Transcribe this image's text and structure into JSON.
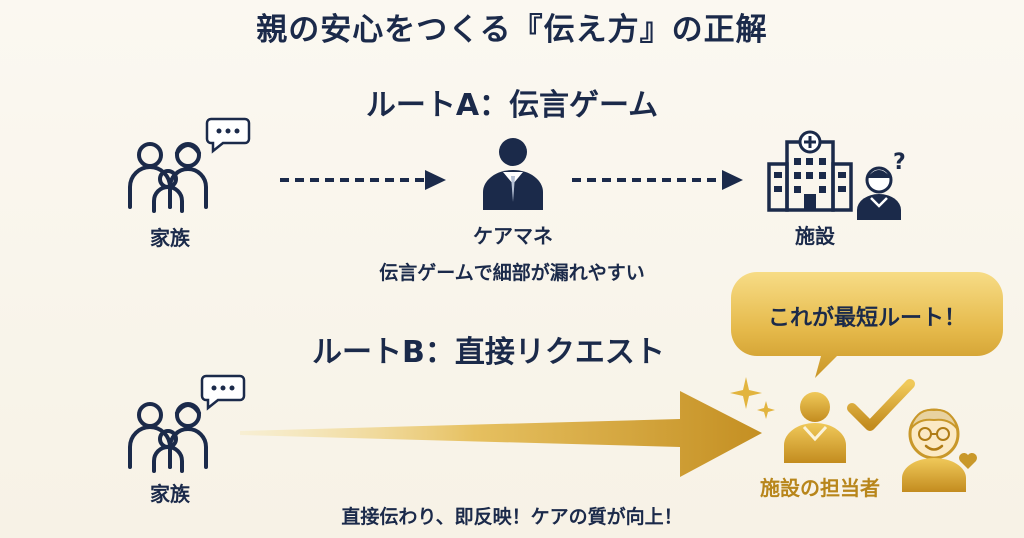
{
  "title": "親の安心をつくる『伝え方』の正解",
  "route_a": {
    "title": "ルートA：伝言ゲーム",
    "from_label": "家族",
    "middle_label": "ケアマネ",
    "to_label": "施設",
    "note": "伝言ゲームで細部が漏れやすい"
  },
  "route_b": {
    "title": "ルートB：直接リクエスト",
    "from_label": "家族",
    "to_label": "施設の担当者",
    "bubble": "これが最短ルート！",
    "note": "直接伝わり、即反映！ケアの質が向上！"
  },
  "colors": {
    "navy": "#1b2a4a",
    "gold": "#c9982a",
    "gold_light": "#f3d67a",
    "background": "#f8f4ea"
  },
  "icons": [
    "family-icon",
    "speech-bubble-icon",
    "care-manager-icon",
    "hospital-icon",
    "question-icon",
    "staff-icon",
    "elderly-icon",
    "sparkle-icon",
    "checkmark-icon",
    "heart-icon"
  ]
}
